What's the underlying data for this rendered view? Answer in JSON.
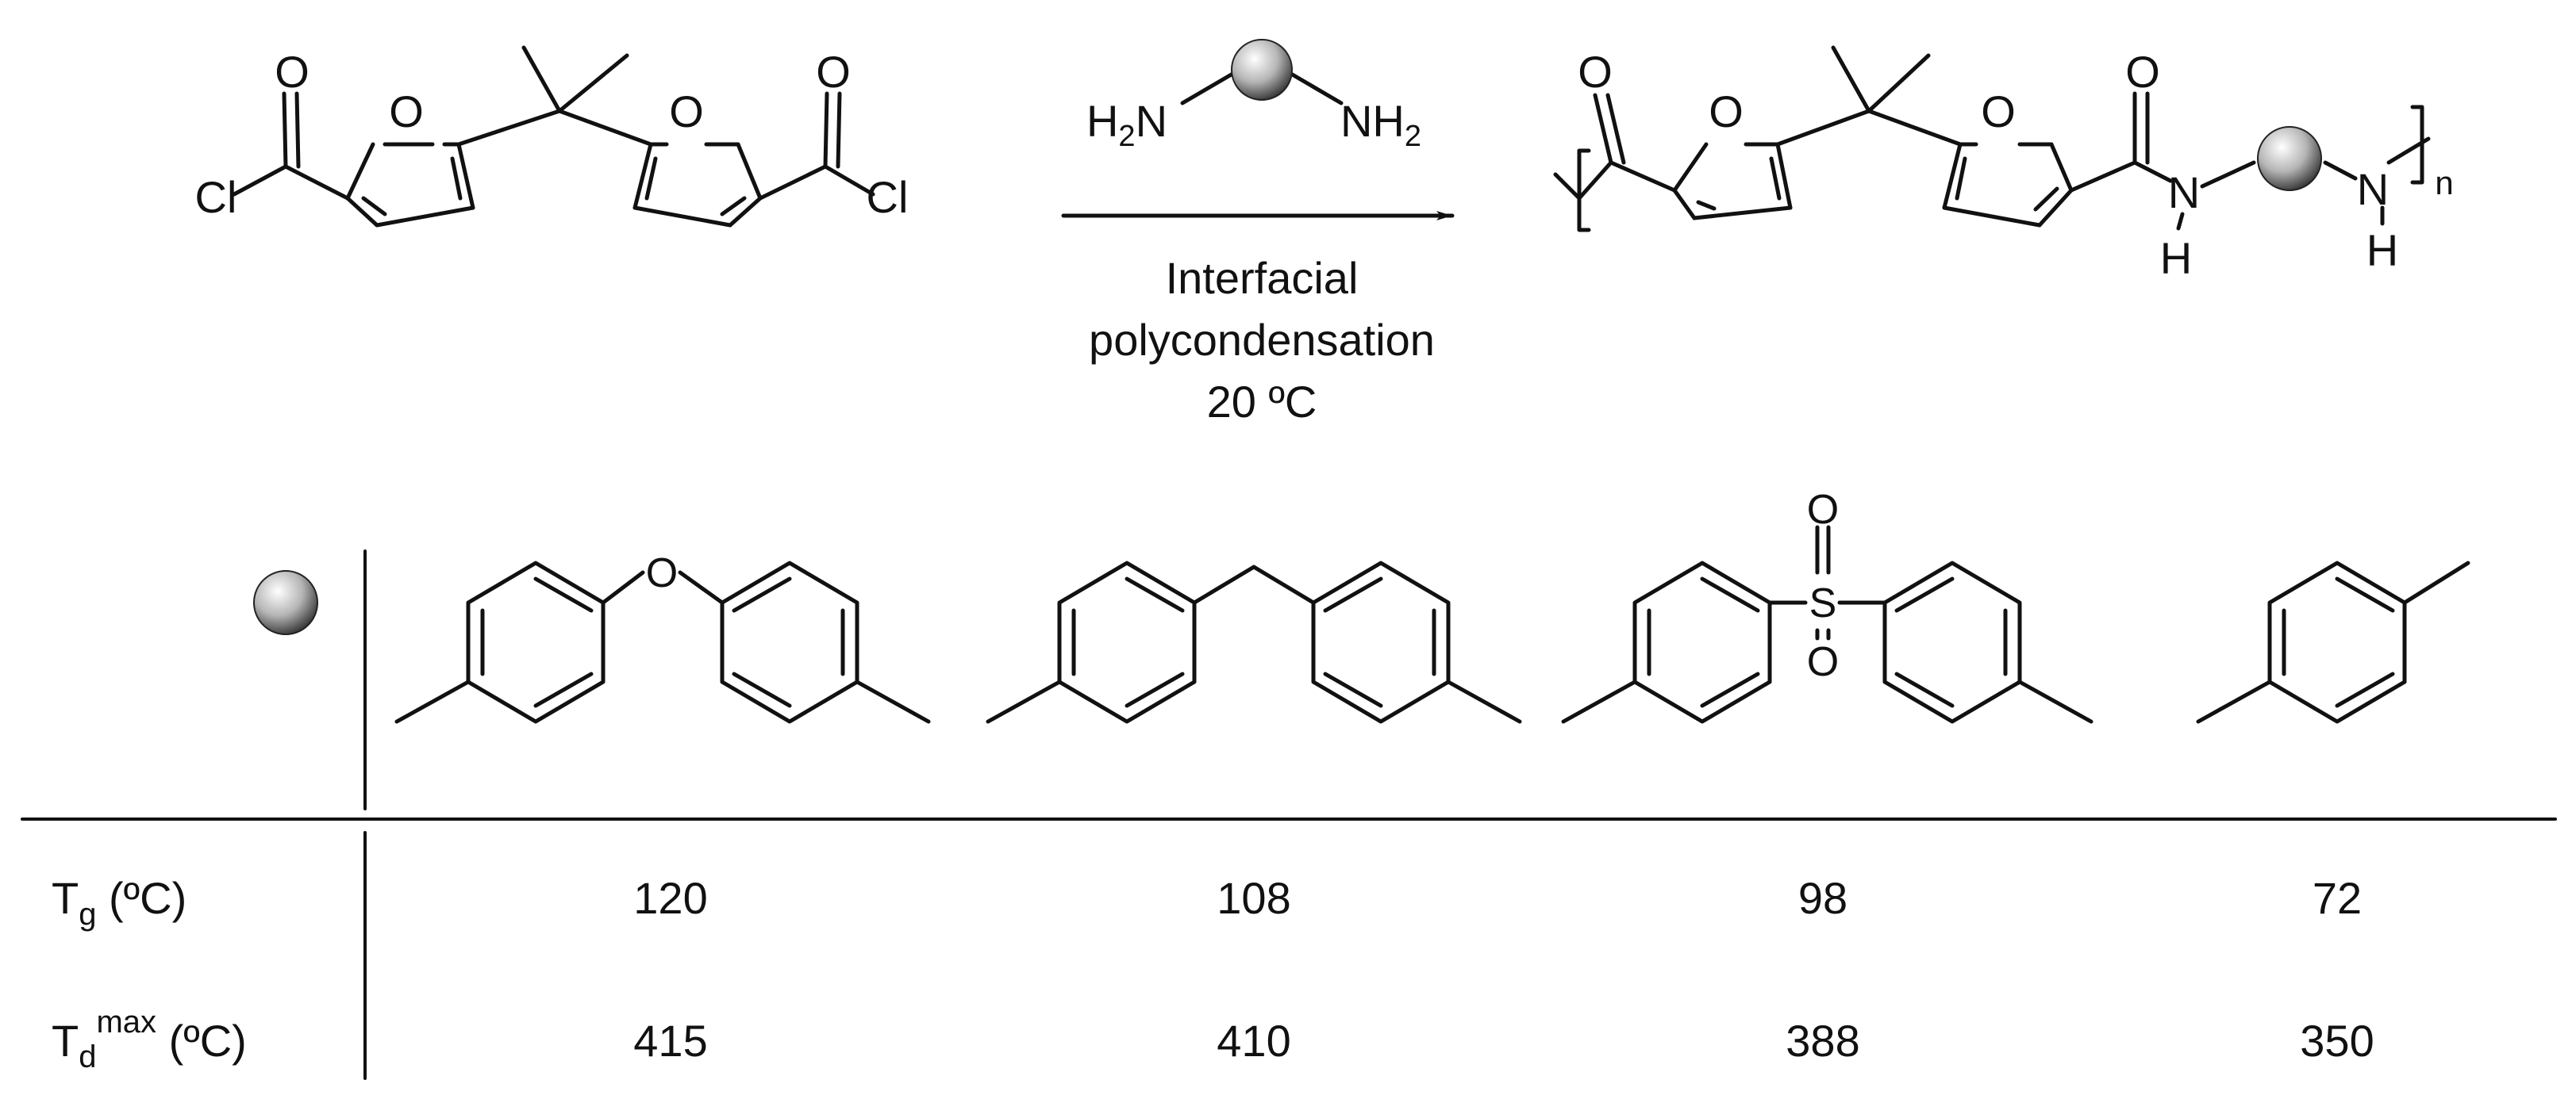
{
  "reaction": {
    "reactant": {
      "atoms": {
        "o_ring_1": "O",
        "o_ring_2": "O",
        "o_carbonyl_1": "O",
        "o_carbonyl_2": "O",
        "cl_1": "Cl",
        "cl_2": "Cl"
      }
    },
    "diamine": {
      "h2n_left": "H",
      "h2n_left_sub": "2",
      "h2n_left_n": "N",
      "nh2_right_n": "NH",
      "nh2_right_sub": "2"
    },
    "conditions": {
      "line1": "Interfacial",
      "line2": "polycondensation",
      "line3": "20 ºC"
    },
    "product": {
      "atoms": {
        "o_carbonyl_1": "O",
        "o_ring_1": "O",
        "o_ring_2": "O",
        "o_carbonyl_2": "O",
        "n_1": "N",
        "h_1": "H",
        "n_2": "N",
        "h_2": "H",
        "repeat_n": "n"
      }
    }
  },
  "table": {
    "diamine_structures": [
      {
        "bridge": "O"
      },
      {
        "bridge": ""
      },
      {
        "bridge": "S",
        "oxo_top": "O",
        "oxo_bottom": "O"
      },
      {
        "bridge": ""
      }
    ],
    "rows": [
      {
        "label_main": "T",
        "label_sub": "g",
        "label_sup": "",
        "label_unit": " (ºC)",
        "values": [
          "120",
          "108",
          "98",
          "72"
        ]
      },
      {
        "label_main": "T",
        "label_sub": "d",
        "label_sup": "max",
        "label_unit": " (ºC)",
        "values": [
          "415",
          "410",
          "388",
          "350"
        ]
      }
    ]
  },
  "colors": {
    "ink": "#111111",
    "sphere_light": "#ffffff",
    "sphere_mid": "#b5b5b5",
    "sphere_dark": "#3a3a3a"
  }
}
